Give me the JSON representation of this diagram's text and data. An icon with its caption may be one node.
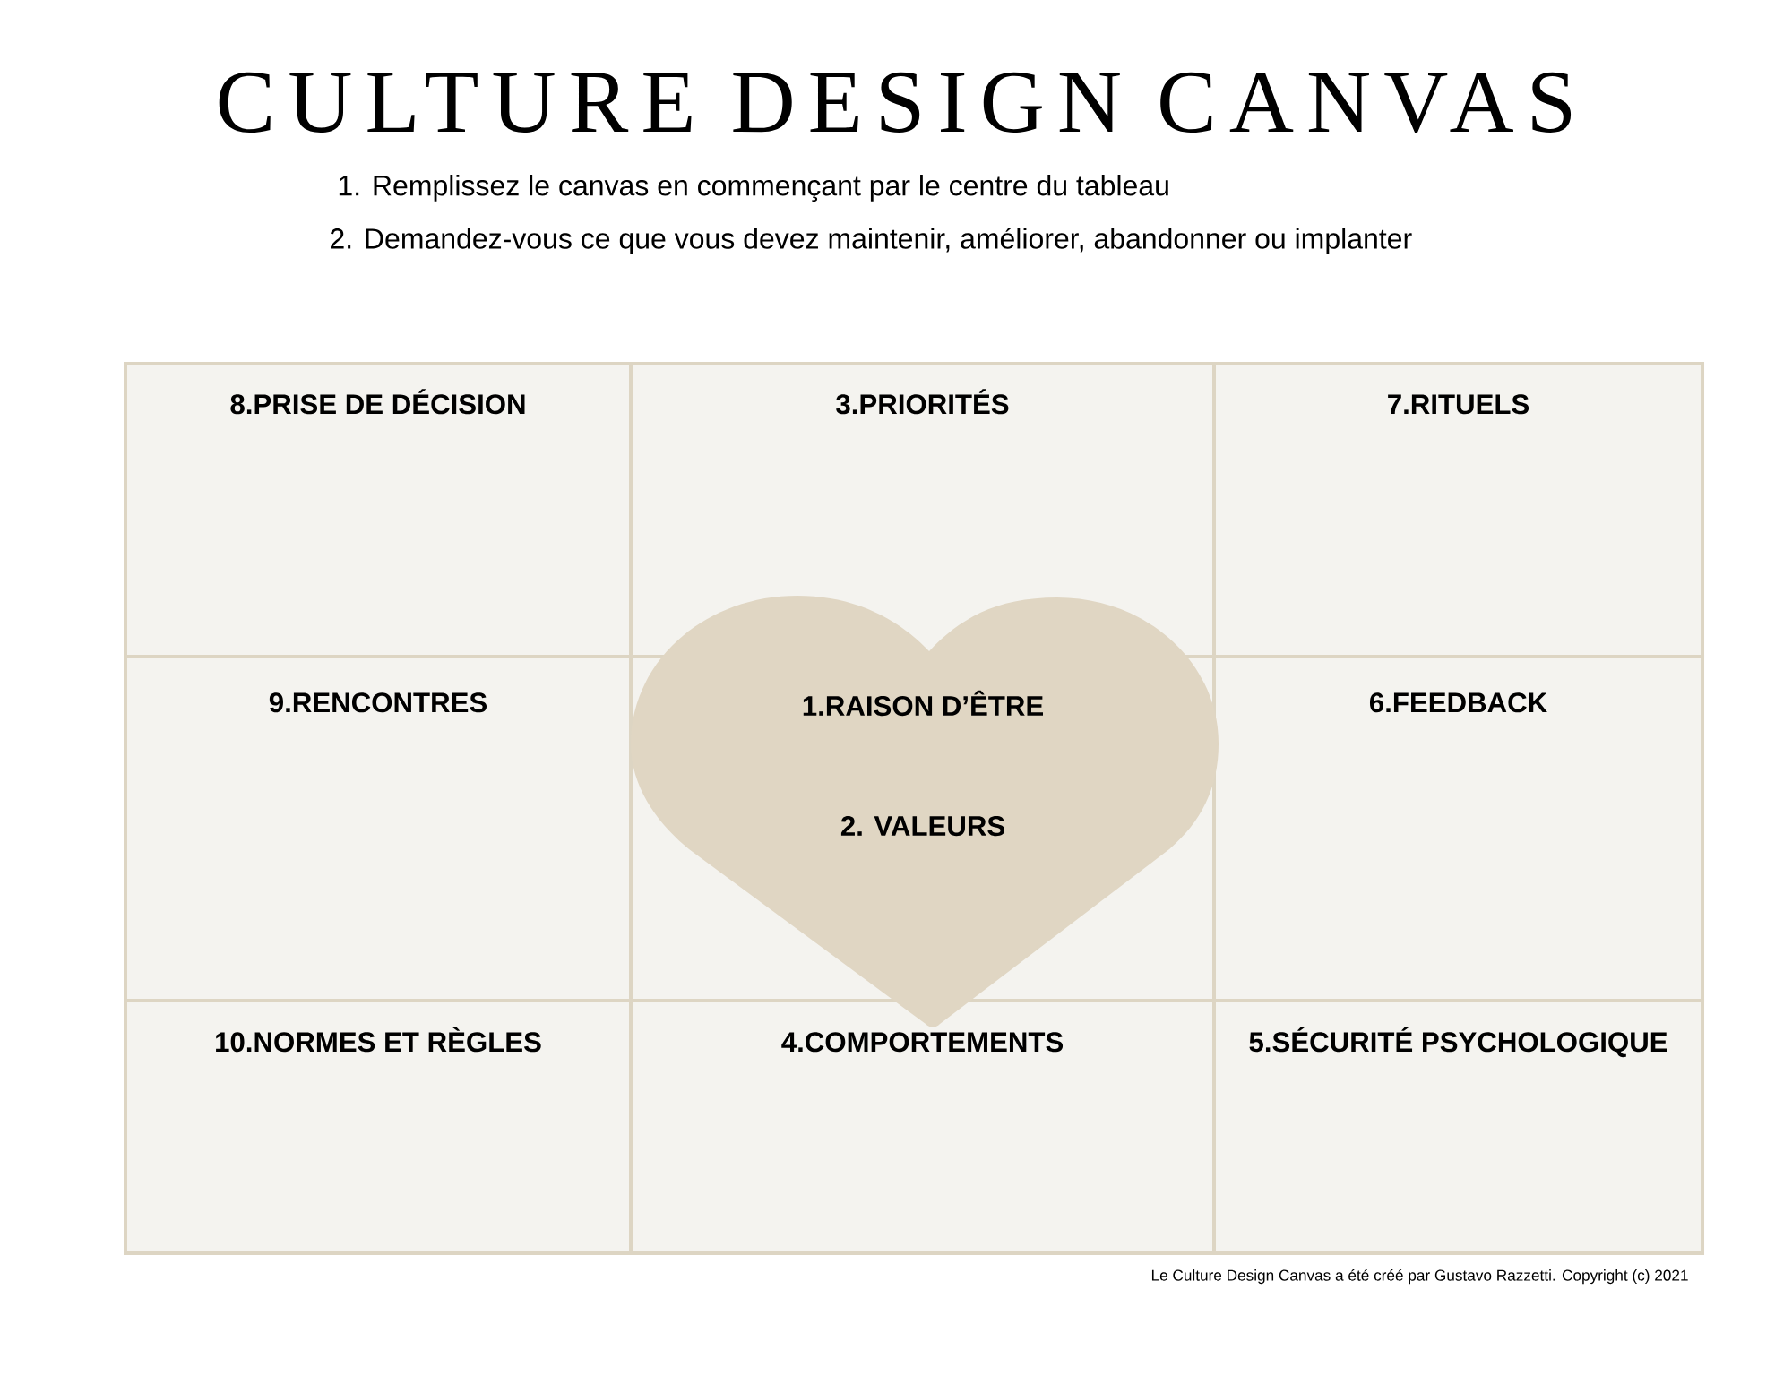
{
  "diagram": {
    "title": "CULTURE DESIGN CANVAS",
    "nodes": [
      {
        "text": [
          "8.PRISE DE DÉCISION"
        ]
      },
      {
        "text": [
          "3.PRIORITÉS"
        ]
      },
      {
        "text": [
          "7.RITUELS"
        ]
      },
      {
        "text": [
          "9.RENCONTRES"
        ]
      },
      {
        "text": [
          "1.RAISON D’ÊTRE",
          "2. VALEURS"
        ]
      },
      {
        "text": [
          "6.FEEDBACK"
        ]
      },
      {
        "text": [
          "10.NORMES ET RÈGLES"
        ]
      },
      {
        "text": [
          "4.COMPORTEMENTS"
        ]
      },
      {
        "text": [
          "5.SÉCURITÉ PSYCHOLOGIQUE"
        ]
      }
    ],
    "labels": [
      "1. Remplissez le canvas en commençant par le centre du tableau",
      "2. Demandez-vous ce que vous devez maintenir, améliorer, abandonner ou implanter",
      "Le Culture Design Canvas a été créé par Gustavo Razzetti. Copyright (c) 2021"
    ]
  }
}
